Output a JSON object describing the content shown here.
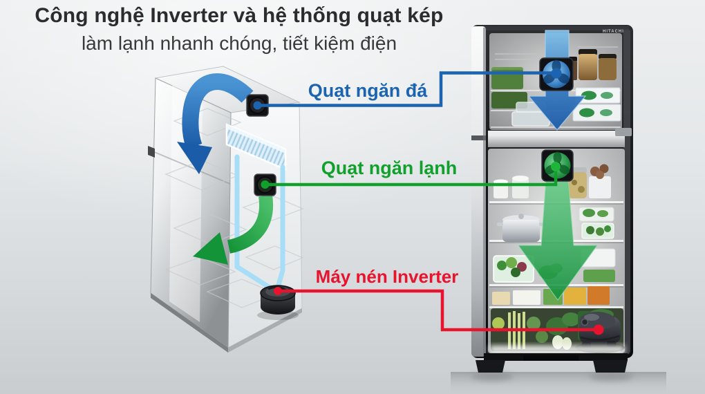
{
  "header": {
    "title": "Công nghệ Inverter và hệ thống quạt kép",
    "subtitle": "làm lạnh nhanh chóng, tiết kiệm điện"
  },
  "callouts": {
    "freezer_fan": {
      "label": "Quạt ngăn đá",
      "color": "#1d64b0"
    },
    "cooling_fan": {
      "label": "Quạt ngăn lạnh",
      "color": "#12a02c"
    },
    "compressor": {
      "label": "Máy nén Inverter",
      "color": "#e8132d"
    }
  },
  "fridge": {
    "brand": "HITACHI"
  },
  "palette": {
    "background_top": "#edeff0",
    "background_bottom": "#c9cdd0",
    "title_text": "#2c2c2e",
    "callout_blue": "#1d64b0",
    "callout_green": "#12a02c",
    "callout_red": "#e8132d",
    "airflow_blue": "#2a72bd",
    "airflow_green": "#1ca844",
    "evaporator_blue": "#bfe0f2"
  }
}
